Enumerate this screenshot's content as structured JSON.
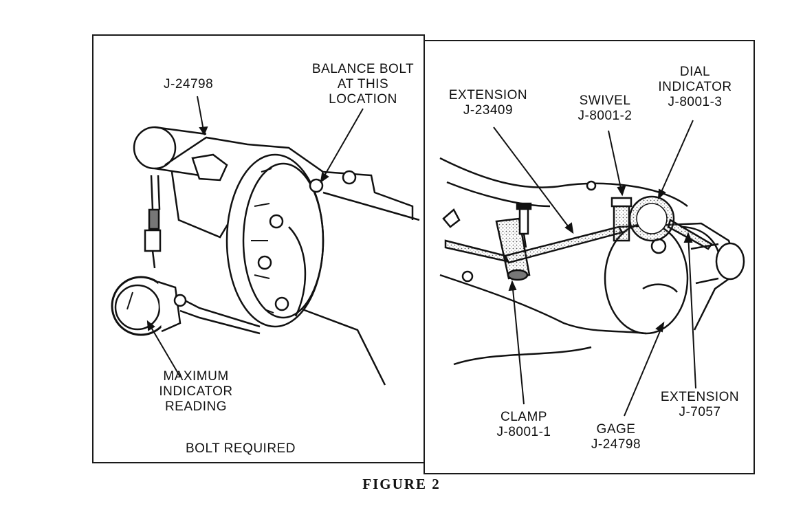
{
  "left_panel": {
    "tool_label": "J-24798",
    "balance_bolt": [
      "BALANCE BOLT",
      "AT THIS",
      "LOCATION"
    ],
    "max_reading": [
      "MAXIMUM",
      "INDICATOR",
      "READING"
    ],
    "bolt_required": "BOLT REQUIRED"
  },
  "right_panel": {
    "extension_top": [
      "EXTENSION",
      "J-23409"
    ],
    "swivel": [
      "SWIVEL",
      "J-8001-2"
    ],
    "dial_indicator": [
      "DIAL",
      "INDICATOR",
      "J-8001-3"
    ],
    "extension_right": [
      "EXTENSION",
      "J-7057"
    ],
    "clamp": [
      "CLAMP",
      "J-8001-1"
    ],
    "gage": [
      "GAGE",
      "J-24798"
    ]
  },
  "caption": "FIGURE 2",
  "colors": {
    "ink": "#111111",
    "paper": "#ffffff",
    "shade": "#777777"
  }
}
